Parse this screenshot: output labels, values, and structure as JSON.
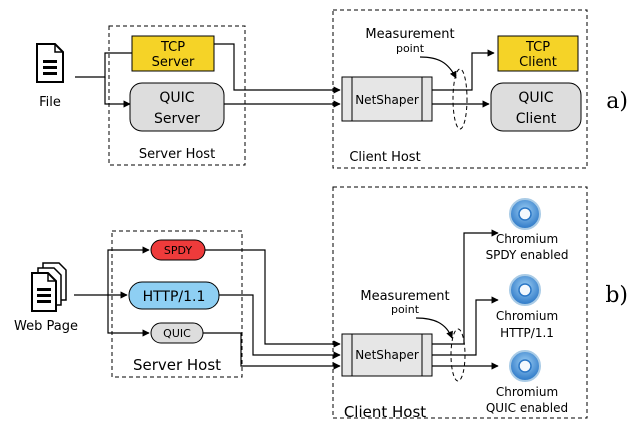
{
  "panel_a": {
    "file_label": "File",
    "tcp_server": [
      "TCP",
      "Server"
    ],
    "quic_server": [
      "QUIC",
      "Server"
    ],
    "server_host": "Server Host",
    "measurement": [
      "Measurement",
      "point"
    ],
    "netshaper": "NetShaper",
    "tcp_client": [
      "TCP",
      "Client"
    ],
    "quic_client": [
      "QUIC",
      "Client"
    ],
    "client_host": "Client Host",
    "panel_label": "a)",
    "colors": {
      "tcp": "#f5d327",
      "quic": "#dddddd",
      "netshaper": "#e6e6e6"
    }
  },
  "panel_b": {
    "web_page_label": "Web Page",
    "spdy": "SPDY",
    "http": "HTTP/1.1",
    "quic": "QUIC",
    "server_host": "Server Host",
    "measurement": [
      "Measurement",
      "point"
    ],
    "netshaper": "NetShaper",
    "client_host": "Client Host",
    "clients": [
      {
        "line1": "Chromium",
        "line2": "SPDY enabled"
      },
      {
        "line1": "Chromium",
        "line2": "HTTP/1.1"
      },
      {
        "line1": "Chromium",
        "line2": "QUIC enabled"
      }
    ],
    "panel_label": "b)",
    "colors": {
      "spdy": "#ee3b3b",
      "http": "#8ecff3",
      "quic": "#dddddd"
    },
    "icon": "chromium-icon"
  }
}
